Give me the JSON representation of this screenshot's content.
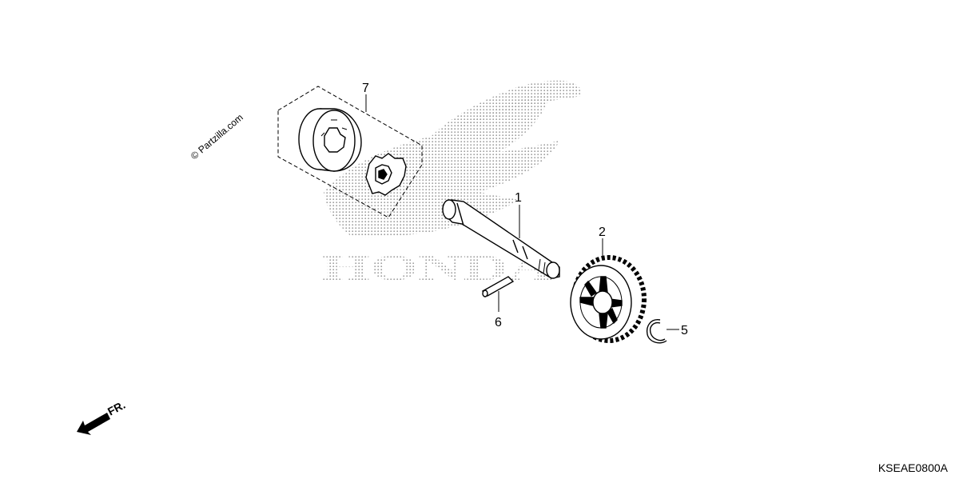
{
  "watermark": "© Partzilla.com",
  "logo_text": "HONDA",
  "callouts": [
    {
      "id": "1",
      "part": "shaft"
    },
    {
      "id": "2",
      "part": "gear"
    },
    {
      "id": "5",
      "part": "snap-ring"
    },
    {
      "id": "6",
      "part": "pin"
    },
    {
      "id": "7",
      "part": "rotor-set"
    }
  ],
  "direction_label": "FR.",
  "diagram_code": "KSEAE0800A",
  "colors": {
    "line": "#000000",
    "logo_dots": "#9a9a9a",
    "background": "#ffffff"
  }
}
